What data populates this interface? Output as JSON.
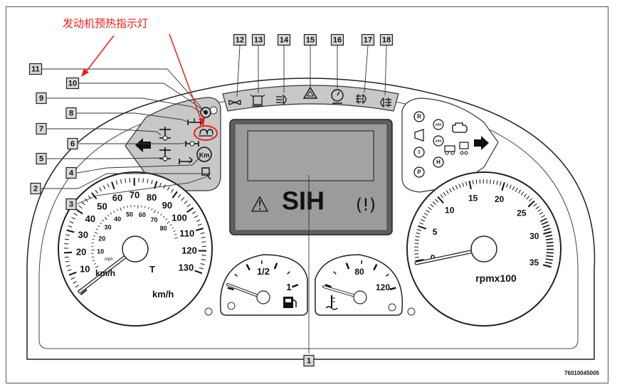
{
  "annotation": {
    "text": "发动机预热指示灯",
    "color": "#e8201a"
  },
  "callouts": [
    "1",
    "2",
    "3",
    "4",
    "5",
    "6",
    "7",
    "8",
    "9",
    "10",
    "11",
    "12",
    "13",
    "14",
    "15",
    "16",
    "17",
    "18"
  ],
  "speedometer": {
    "kmh_scale": [
      "10",
      "20",
      "30",
      "40",
      "50",
      "60",
      "70",
      "80",
      "90",
      "100",
      "110",
      "120",
      "130"
    ],
    "mph_scale": [
      "10",
      "20",
      "30",
      "40",
      "50",
      "60",
      "70",
      "80"
    ],
    "mph_unit": "mph",
    "unit_inner": "km/h",
    "unit_outer": "km/h",
    "t_mark": "T"
  },
  "tachometer": {
    "scale": [
      "0",
      "5",
      "10",
      "15",
      "20",
      "25",
      "30",
      "35"
    ],
    "unit": "rpmx100"
  },
  "fuel_gauge": {
    "label_half": "1/2",
    "label_full": "1"
  },
  "temp_gauge": {
    "label_80": "80",
    "label_120": "120"
  },
  "display": {
    "text": "SIH",
    "warning_glyph": "⚠",
    "brake_glyph": "(!)"
  },
  "left_cluster": {
    "km_label": "Km"
  },
  "right_cluster": {
    "r_label": "R",
    "i_label": "I",
    "p_label": "P",
    "h_label": "H",
    "abs_label": "ABS"
  },
  "document_code": "76010045005",
  "colors": {
    "panel_gray": "#c8c8c8",
    "screen_dark": "#5f5f5f",
    "screen_inner": "#9b9b9b",
    "highlight": "#e8201a"
  },
  "icons": [
    "left-turn-arrow-icon",
    "right-turn-arrow-icon",
    "warning-triangle-icon",
    "fuel-pump-icon",
    "thermometer-icon",
    "glow-plug-icon",
    "high-beam-icon",
    "fog-light-icon",
    "rear-fog-icon",
    "hazard-icon",
    "engine-icon"
  ]
}
